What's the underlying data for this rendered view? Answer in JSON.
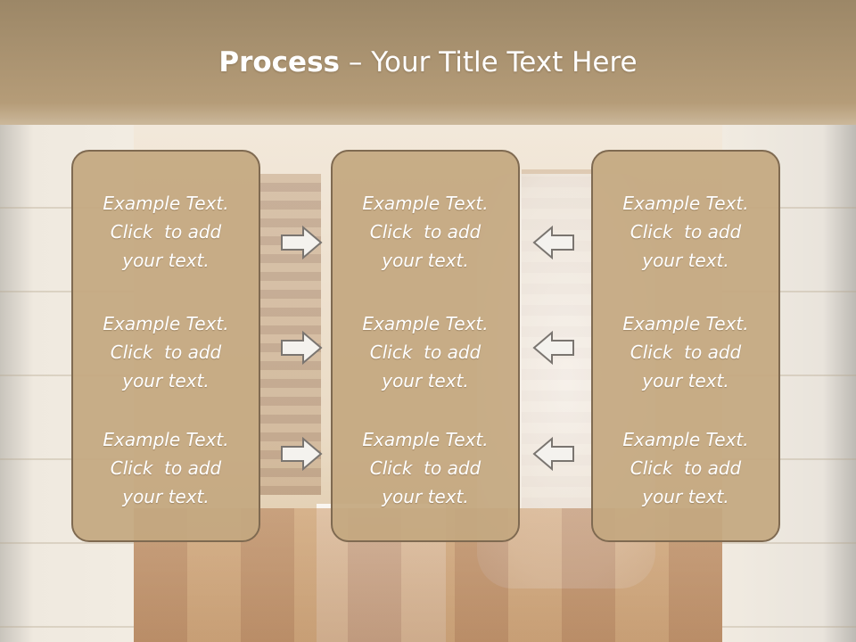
{
  "slide": {
    "title_strong": "Process",
    "title_rest": " – Your Title Text Here",
    "accent_color": "#c4a880",
    "border_color": "#7f6a51"
  },
  "columns": [
    {
      "items": [
        "Example Text.\nClick  to add\nyour text.",
        "Example Text.\nClick  to add\nyour text.",
        "Example Text.\nClick  to add\nyour text."
      ]
    },
    {
      "items": [
        "Example Text.\nClick  to add\nyour text.",
        "Example Text.\nClick  to add\nyour text.",
        "Example Text.\nClick  to add\nyour text."
      ]
    },
    {
      "items": [
        "Example Text.\nClick  to add\nyour text.",
        "Example Text.\nClick  to add\nyour text.",
        "Example Text.\nClick  to add\nyour text."
      ]
    }
  ],
  "arrows": {
    "left_column": "right-arrow-icon",
    "right_column": "left-arrow-icon"
  }
}
